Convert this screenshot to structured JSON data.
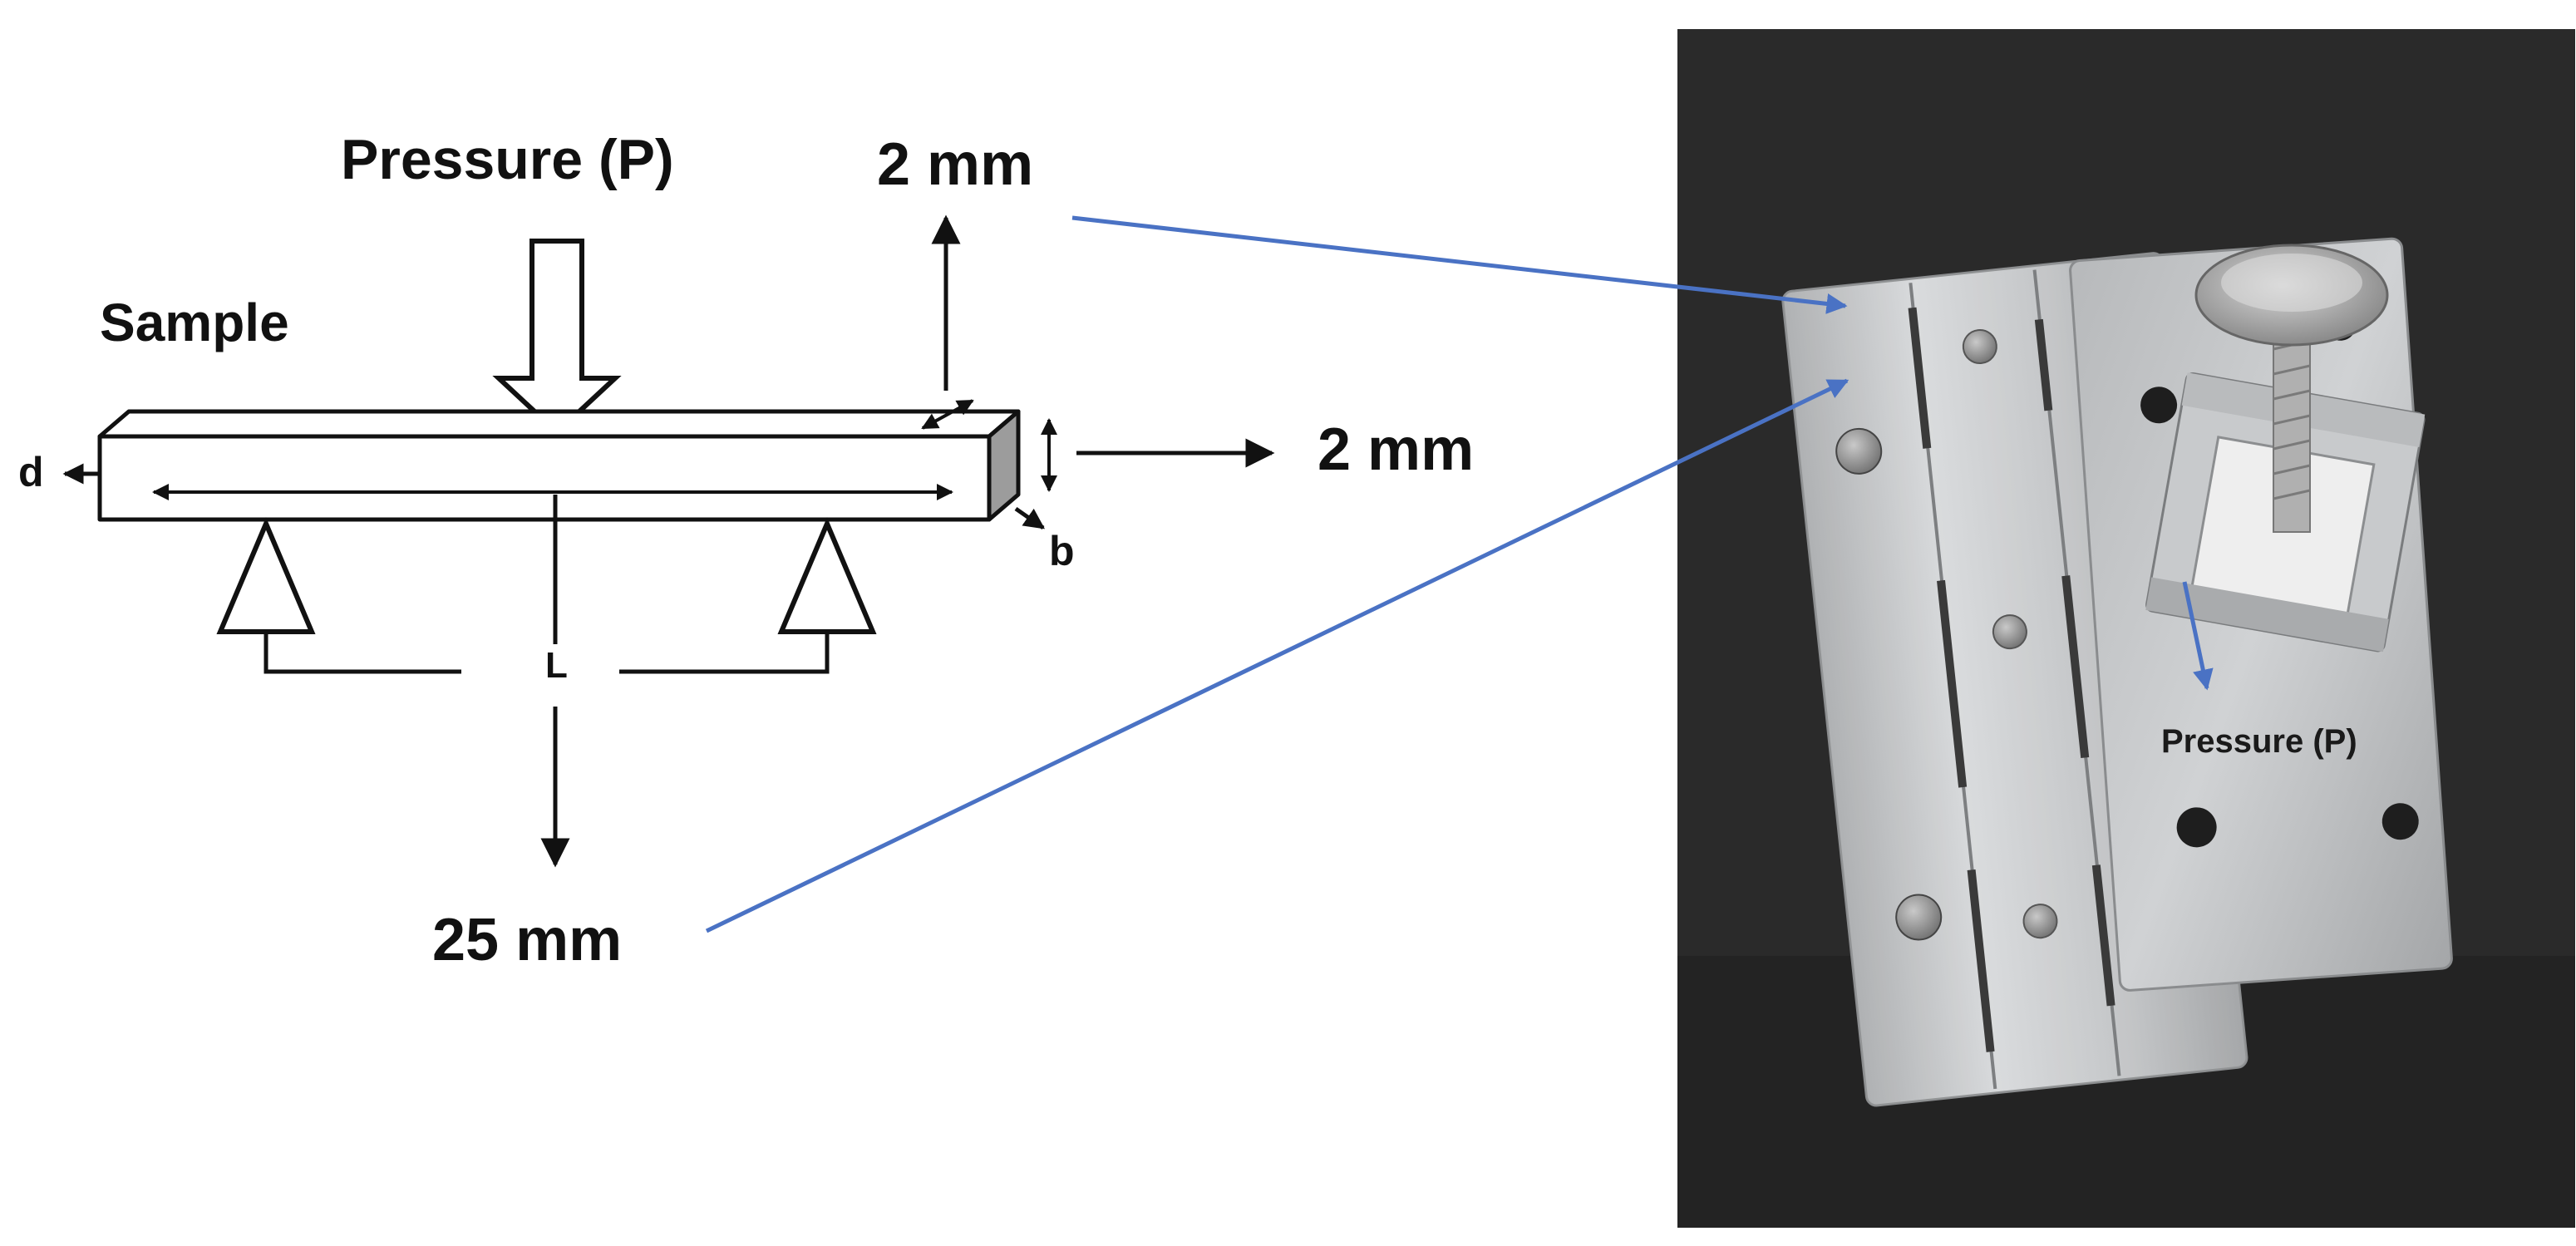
{
  "labels": {
    "pressure": "Pressure (P)",
    "sample": "Sample",
    "dim_top": "2 mm",
    "dim_side": "2 mm",
    "dim_bottom": "25 mm",
    "d": "d",
    "b": "b",
    "L": "L",
    "photo_pressure": "Pressure (P)"
  },
  "colors": {
    "ink": "#111111",
    "connector": "#4a72c4",
    "photo_background": "#262626",
    "metal": "#c4c6c8"
  }
}
